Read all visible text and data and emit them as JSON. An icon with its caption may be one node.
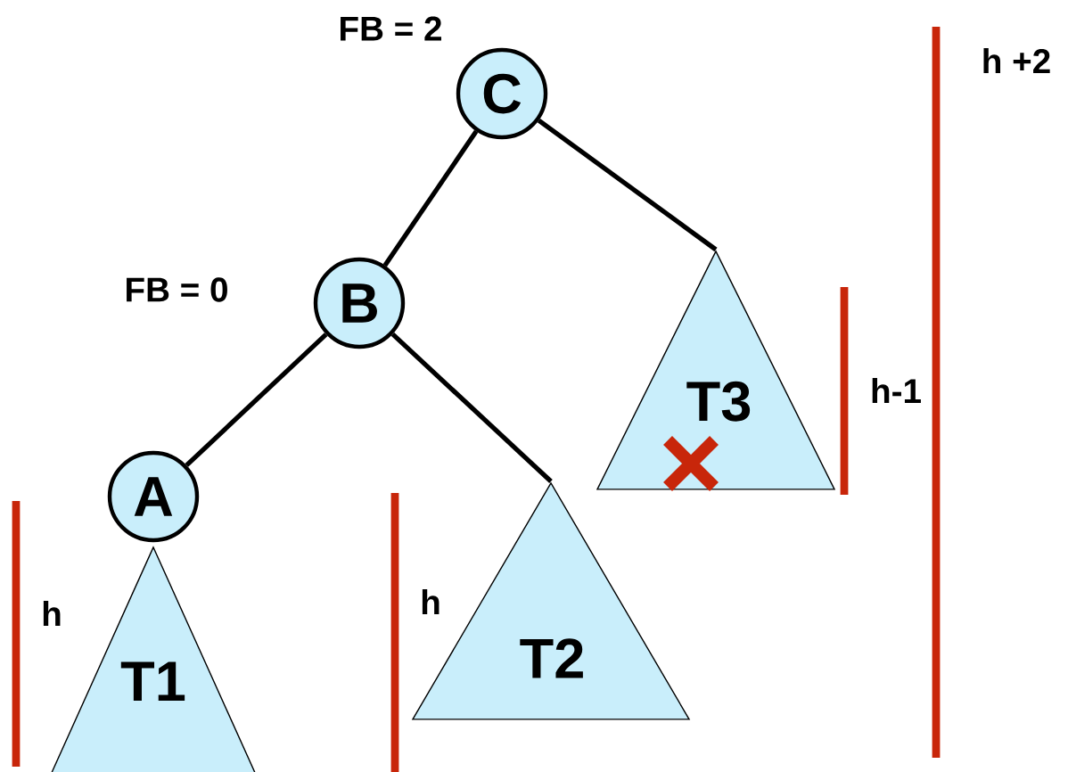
{
  "diagram": {
    "nodes": [
      {
        "text": [
          "C"
        ],
        "beside": [
          "FB = 2"
        ]
      },
      {
        "text": [
          "B"
        ],
        "beside": [
          "FB = 0"
        ]
      },
      {
        "text": [
          "A"
        ]
      },
      {
        "text": [
          "T1"
        ]
      },
      {
        "text": [
          "T2"
        ]
      },
      {
        "text": [
          "T3"
        ]
      }
    ],
    "edges": [
      {
        "from": 0,
        "to": 1,
        "arrow": "none"
      },
      {
        "from": 0,
        "to": 5,
        "arrow": "none"
      },
      {
        "from": 1,
        "to": 2,
        "arrow": "none"
      },
      {
        "from": 1,
        "to": 4,
        "arrow": "none"
      }
    ],
    "labels": [
      "h +2",
      "h-1",
      "h",
      "h"
    ]
  }
}
